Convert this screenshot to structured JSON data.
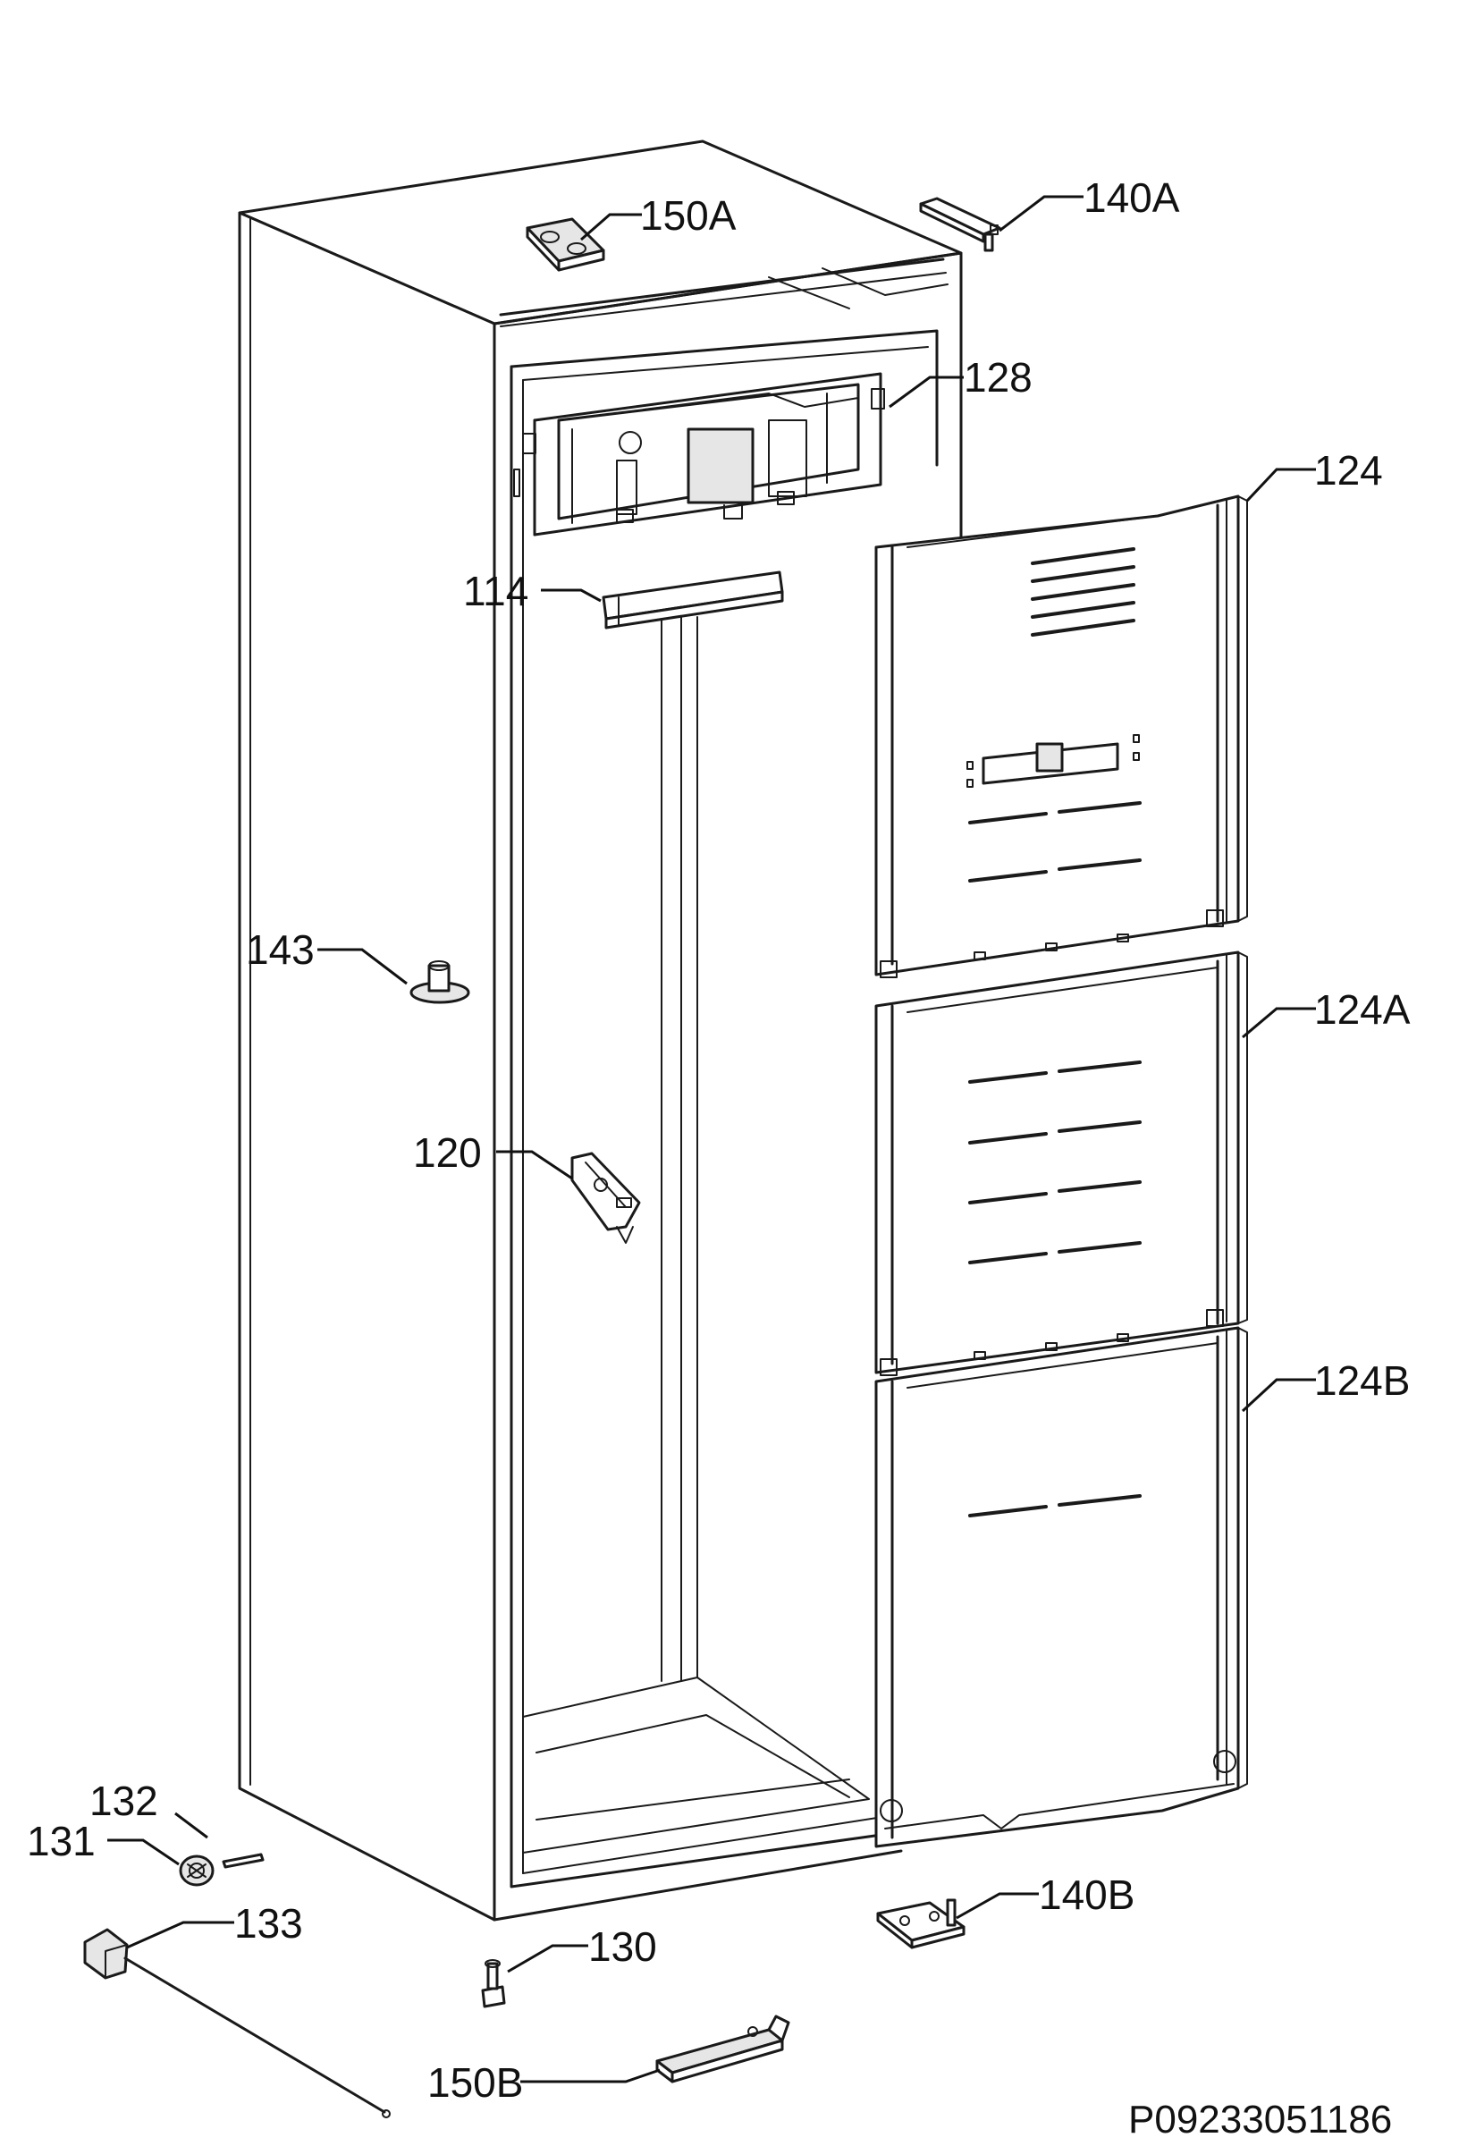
{
  "callouts": {
    "c150A": "150A",
    "c140A": "140A",
    "c128": "128",
    "c124": "124",
    "c114": "114",
    "c143": "143",
    "c124A": "124A",
    "c120": "120",
    "c124B": "124B",
    "c132": "132",
    "c131": "131",
    "c133": "133",
    "c130": "130",
    "c140B": "140B",
    "c150B": "150B"
  },
  "document_number": "P09233051186"
}
